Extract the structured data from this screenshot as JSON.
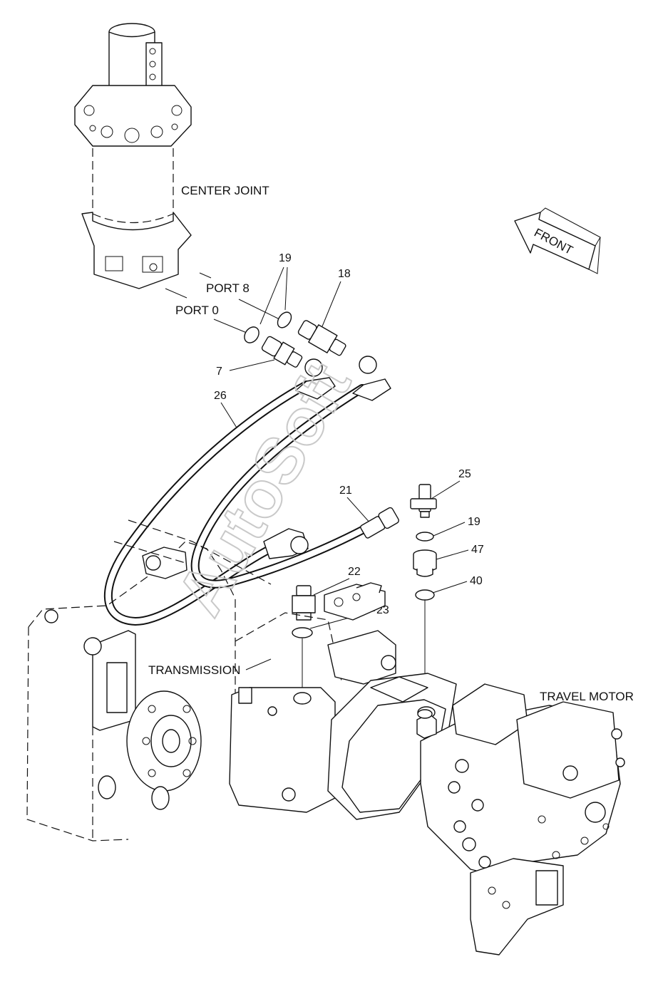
{
  "watermark": "AutoSoft",
  "labels": {
    "center_joint": "CENTER JOINT",
    "front": "FRONT",
    "port_8": "PORT 8",
    "port_0": "PORT 0",
    "transmission": "TRANSMISSION",
    "travel_motor": "TRAVEL MOTOR"
  },
  "callouts": {
    "c19a": "19",
    "c18": "18",
    "c7": "7",
    "c26": "26",
    "c21": "21",
    "c25": "25",
    "c19b": "19",
    "c47": "47",
    "c40": "40",
    "c22": "22",
    "c23": "23"
  }
}
